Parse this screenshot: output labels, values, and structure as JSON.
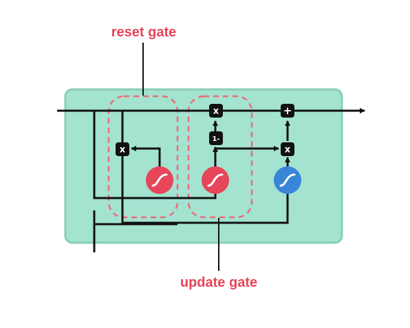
{
  "labels": {
    "reset_gate": "reset gate",
    "update_gate": "update gate"
  },
  "operators": {
    "multiply_top": "x",
    "add_top": "+",
    "multiply_left": "x",
    "multiply_right": "x",
    "one_minus": "1-"
  },
  "colors": {
    "background": "#ffffff",
    "cell_fill": "#a3e3d0",
    "cell_stroke": "#8acdb9",
    "line": "#111111",
    "sigmoid": "#e6455a",
    "tanh": "#3a85d8",
    "dashed": "#ee6a78",
    "label": "#e6455a"
  },
  "icons": {
    "sigmoid": "sigmoid-curve-icon",
    "tanh": "tanh-curve-icon"
  }
}
